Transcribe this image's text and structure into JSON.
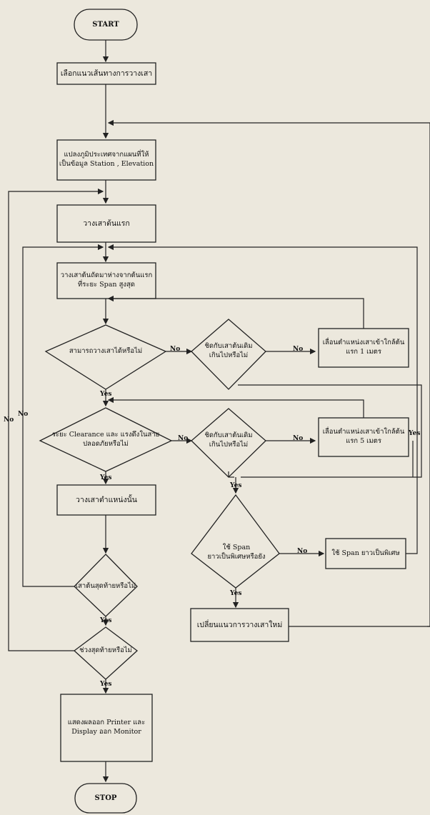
{
  "nodes": {
    "start": "START",
    "choose_route": "เลือกแนวเส้นทางการวางเสา",
    "convert_terrain": "แปลงภูมิประเทศจากแผนที่ให้\nเป็นข้อมูล Station , Elevation",
    "place_first": "วางเสาต้นแรก",
    "place_next": "วางเสาต้นถัดมาห่างจากต้นแรก\nที่ระยะ Span สูงสุด",
    "can_place": "สามารถวางเสาได้หรือไม่",
    "near_prev_1": "ชิดกับเสาต้นเดิม\nเกินไปหรือไม่",
    "move_1m": "เลื่อนตำแหน่งเสาเข้าใกล้ต้น\nแรก 1 เมตร",
    "clearance": "ระยะ Clearance และ แรงดึงในสาย\nปลอดภัยหรือไม่",
    "near_prev_2": "ชิดกับเสาต้นเดิม\nเกินไปหรือไม่",
    "move_5m": "เลื่อนตำแหน่งเสาเข้าใกล้ต้น\nแรก 5 เมตร",
    "place_here": "วางเสาตำแหน่งนั้น",
    "use_special_q": "ใช้ Span\nยาวเป็นพิเศษหรือยัง",
    "use_special": "ใช้ Span ยาวเป็นพิเศษ",
    "last_pole": "เสาต้นสุดท้ายหรือไม่",
    "change_route": "เปลี่ยนแนวการวางเสาใหม่",
    "last_segment": "ช่วงสุดท้ายหรือไม่",
    "output": "แสดงผลออก Printer และ\nDisplay ออก Monitor",
    "stop": "STOP"
  },
  "edges": {
    "yes": "Yes",
    "no": "No"
  }
}
